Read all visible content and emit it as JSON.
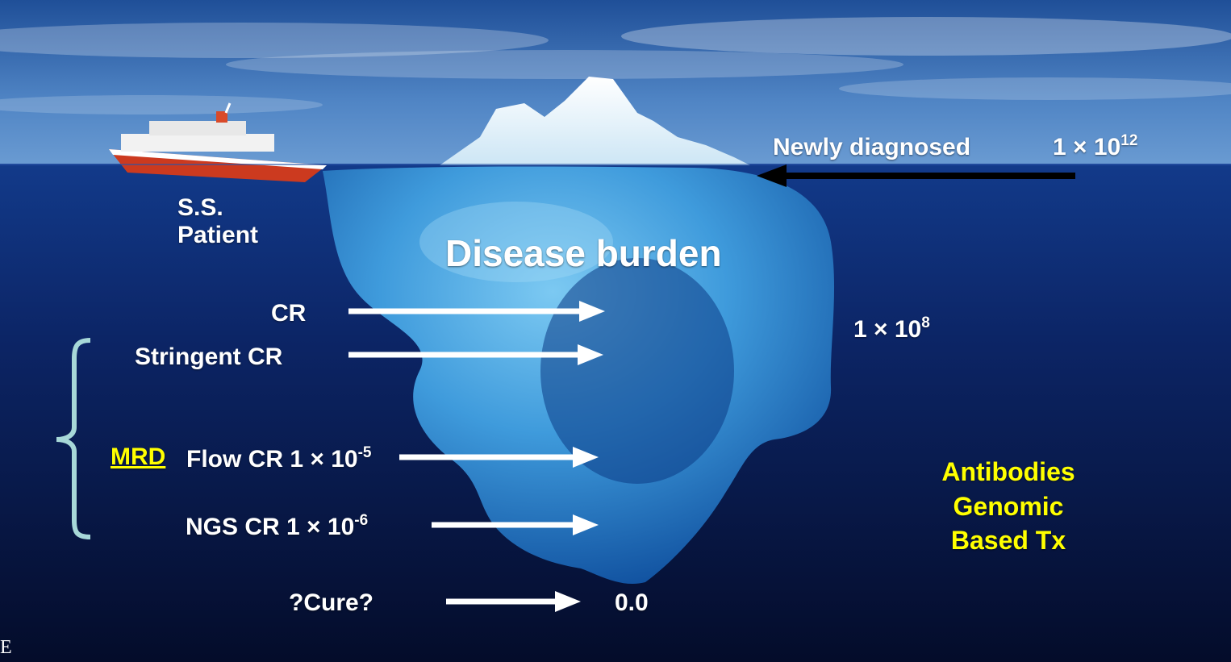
{
  "labels": {
    "ship_line1": "S.S.",
    "ship_line2": "Patient",
    "title": "Disease burden",
    "newly_diagnosed": "Newly diagnosed",
    "nd_value_base": "1 × 10",
    "nd_value_exp": "12",
    "mid_value_base": "1 × 10",
    "mid_value_exp": "8",
    "cr": "CR",
    "stringent_cr": "Stringent CR",
    "mrd": "MRD",
    "flow_cr_base": "Flow CR 1 × 10",
    "flow_cr_exp": "-5",
    "ngs_cr_base": "NGS CR  1 × 10",
    "ngs_cr_exp": "-6",
    "cure": "?Cure?",
    "zero": "0.0",
    "therapy_line1": "Antibodies",
    "therapy_line2": "Genomic",
    "therapy_line3": "Based Tx",
    "corner_glyph": "E"
  },
  "colors": {
    "sky": "#2f62a8",
    "sea_surface": "#123a8a",
    "deep_sea": "#061133",
    "ice": "#4aa9e6",
    "text": "#ffffff",
    "highlight": "#ffff00",
    "bracket": "#a7d8d8",
    "black_arrow": "#000000"
  },
  "icons": [
    "cruise-ship",
    "iceberg",
    "bracket"
  ]
}
